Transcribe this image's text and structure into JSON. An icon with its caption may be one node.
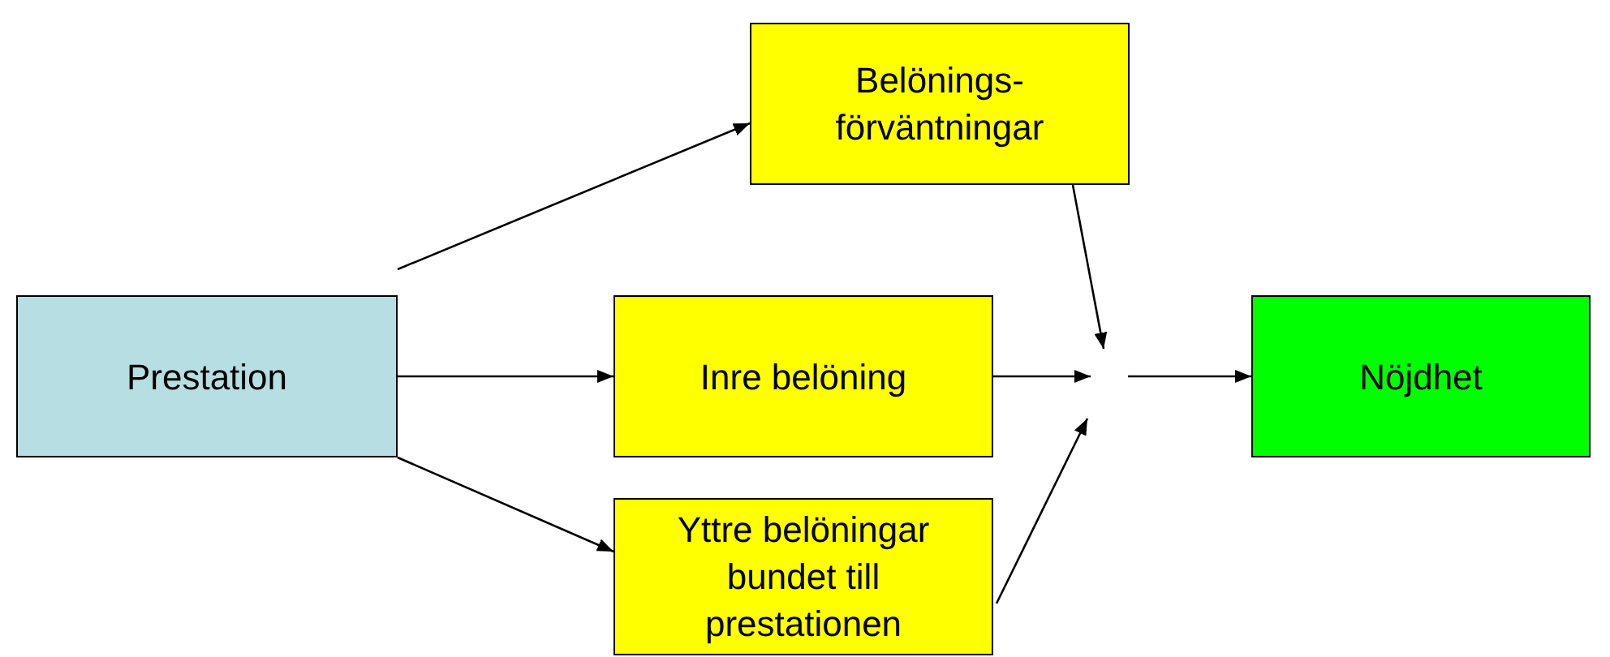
{
  "diagram": {
    "nodes": [
      {
        "text": [
          "Prestation"
        ]
      },
      {
        "text": [
          "Belönings- förväntningar"
        ]
      },
      {
        "text": [
          "Inre belöning"
        ]
      },
      {
        "text": [
          "Yttre belöningar bundet till prestationen"
        ]
      },
      {
        "text": [
          "Nöjdhet"
        ]
      }
    ],
    "edges": [
      {
        "from": 0,
        "to": 1,
        "arrow": "to"
      },
      {
        "from": 0,
        "to": 2,
        "arrow": "to"
      },
      {
        "from": 0,
        "to": 3,
        "arrow": "to"
      },
      {
        "from": 1,
        "to": null,
        "arrow": "to"
      },
      {
        "from": 2,
        "to": null,
        "arrow": "to"
      },
      {
        "from": 3,
        "to": null,
        "arrow": "to"
      },
      {
        "from": null,
        "to": 4,
        "arrow": "to"
      }
    ]
  }
}
